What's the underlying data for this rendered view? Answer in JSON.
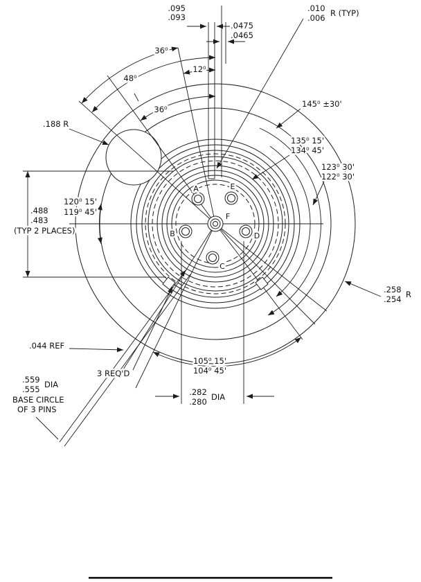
{
  "colors": {
    "ink": "#1c1c1c",
    "background": "#ffffff"
  },
  "labels": {
    "slot_width_max": ".095",
    "slot_width_min": ".093",
    "offset_max": ".0475",
    "offset_min": ".0465",
    "radius_typ_max": ".010",
    "radius_typ_min": ".006",
    "radius_typ_suffix": "R (TYP)",
    "angle_36_outer": "36⁰",
    "angle_48": "48⁰",
    "angle_12": "12⁰",
    "angle_36_inner": "36⁰",
    "angle_145": "145⁰ ±30'",
    "radius_188": ".188 R",
    "angle_135_max": "135⁰ 15'",
    "angle_135_min": "134⁰ 45'",
    "angle_123_max": "123⁰ 30'",
    "angle_123_min": "122⁰ 30'",
    "angle_120_max": "120⁰ 15'",
    "angle_120_min": "119⁰ 45'",
    "height_max": ".488",
    "height_min": ".483",
    "height_note": "(TYP 2 PLACES)",
    "radius_258_max": ".258",
    "radius_258_min": ".254",
    "radius_258_suffix": "R",
    "ref_044": ".044 REF",
    "qty_note": "3 REQ'D",
    "angle_105_max": "105⁰ 15'",
    "angle_105_min": "104⁰ 45'",
    "dia_282_max": ".282",
    "dia_282_min": ".280",
    "dia_282_suffix": "DIA",
    "dia_559_max": ".559",
    "dia_559_min": ".555",
    "dia_559_suffix": "DIA",
    "dia_559_note1": "BASE CIRCLE",
    "dia_559_note2": "OF 3 PINS"
  },
  "pins": {
    "a": "A",
    "b": "B",
    "c": "C",
    "d": "D",
    "e": "E",
    "f": "F"
  }
}
